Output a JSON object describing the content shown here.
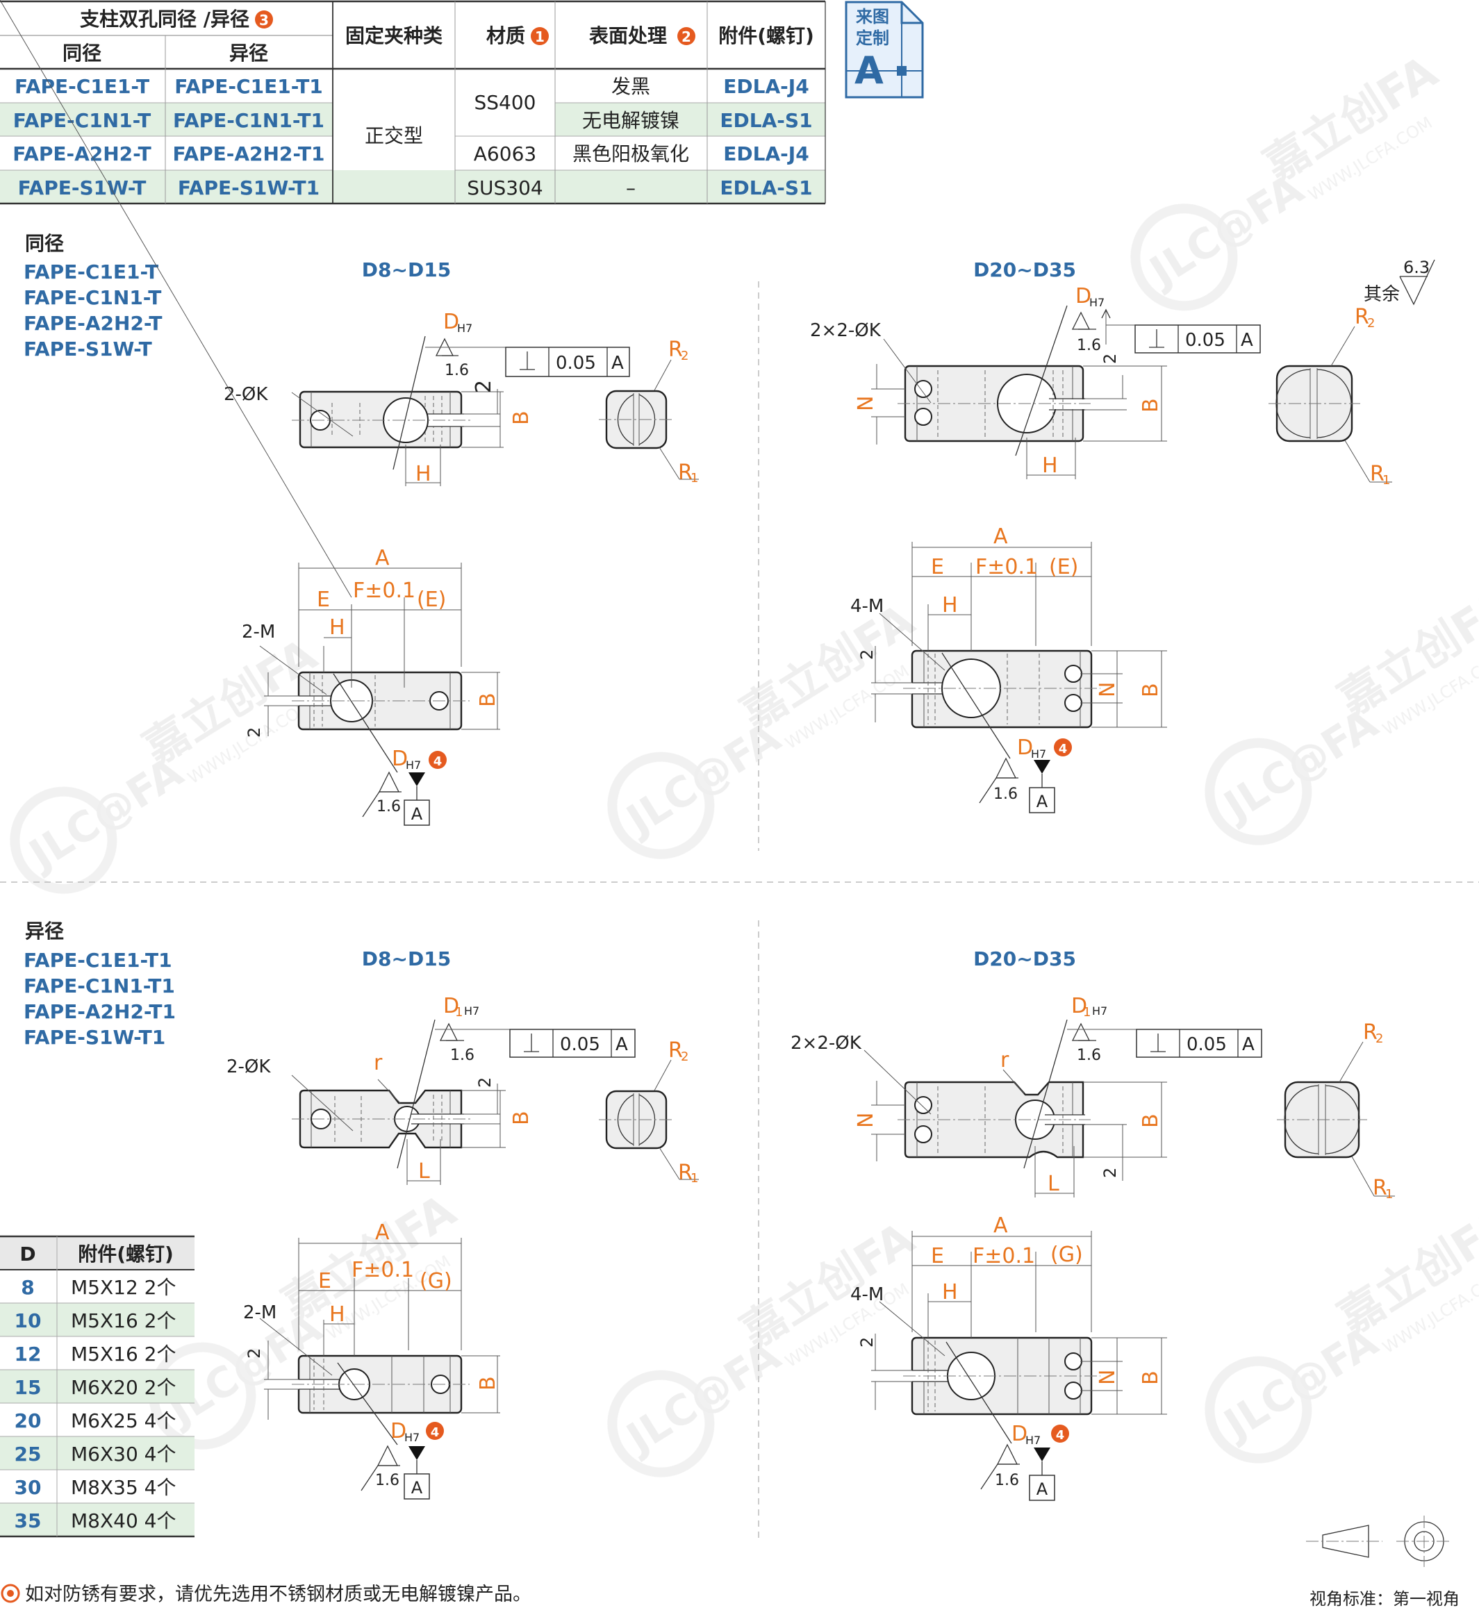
{
  "spec_table": {
    "header_group": "支柱双孔同径 /异径",
    "header_group_badge": "3",
    "header_same": "同径",
    "header_diff": "异径",
    "header_clamp": "固定夹种类",
    "header_material": "材质",
    "header_material_badge": "1",
    "header_surface": "表面处理",
    "header_surface_badge": "2",
    "header_accessory": "附件(螺钉)",
    "clamp_type": "正交型",
    "rows": [
      {
        "same": "FAPE-C1E1-T",
        "diff": "FAPE-C1E1-T1",
        "surface": "发黑",
        "accessory": "EDLA-J4"
      },
      {
        "same": "FAPE-C1N1-T",
        "diff": "FAPE-C1N1-T1",
        "surface": "无电解镀镍",
        "accessory": "EDLA-S1"
      },
      {
        "same": "FAPE-A2H2-T",
        "diff": "FAPE-A2H2-T1",
        "material": "A6063",
        "surface": "黑色阳极氧化",
        "accessory": "EDLA-J4"
      },
      {
        "same": "FAPE-S1W-T",
        "diff": "FAPE-S1W-T1",
        "material": "SUS304",
        "surface": "–",
        "accessory": "EDLA-S1"
      }
    ],
    "material_merged": "SS400"
  },
  "custom_badge": {
    "line1": "来图",
    "line2": "定制",
    "letter": "A"
  },
  "section_same": {
    "title": "同径",
    "models": [
      "FAPE-C1E1-T",
      "FAPE-C1N1-T",
      "FAPE-A2H2-T",
      "FAPE-S1W-T"
    ],
    "range_small": "D8~D15",
    "range_large": "D20~D35"
  },
  "section_diff": {
    "title": "异径",
    "models": [
      "FAPE-C1E1-T1",
      "FAPE-C1N1-T1",
      "FAPE-A2H2-T1",
      "FAPE-S1W-T1"
    ],
    "range_small": "D8~D15",
    "range_large": "D20~D35"
  },
  "roughness_note": {
    "prefix": "其余",
    "value": "6.3"
  },
  "drawing_labels": {
    "tolerance": "0.05",
    "datum": "A",
    "roughness": "1.6",
    "d_h7": "D",
    "d_h7_sub": "H7",
    "d1_h7": "D",
    "d1_sub": "1",
    "d1_h7_sub": "H7",
    "dim_two": "2",
    "k_small": "2-ØK",
    "k_large": "2×2-ØK",
    "m_small": "2-M",
    "m_large": "4-M",
    "r1": "R",
    "r1_sub": "1",
    "r2": "R",
    "r2_sub": "2",
    "r": "r",
    "a": "A",
    "b": "B",
    "e": "E",
    "f_tol": "F±0.1",
    "e_paren": "(E)",
    "g_paren": "(G)",
    "h": "H",
    "n": "N",
    "l": "L",
    "badge4": "4"
  },
  "screw_table": {
    "header_d": "D",
    "header_acc": "附件(螺钉)",
    "rows": [
      {
        "d": "8",
        "acc": "M5X12 2个"
      },
      {
        "d": "10",
        "acc": "M5X16 2个"
      },
      {
        "d": "12",
        "acc": "M5X16 2个"
      },
      {
        "d": "15",
        "acc": "M6X20 2个"
      },
      {
        "d": "20",
        "acc": "M6X25 4个"
      },
      {
        "d": "25",
        "acc": "M6X30 4个"
      },
      {
        "d": "30",
        "acc": "M8X35 4个"
      },
      {
        "d": "35",
        "acc": "M8X40 4个"
      }
    ]
  },
  "footnote": "如对防锈有要求，请优先选用不锈钢材质或无电解镀镍产品。",
  "view_standard": "视角标准：第一视角",
  "watermark": {
    "brand": "JLC@FA",
    "cn": "嘉立创FA",
    "url": "WWW.JLCFA.COM"
  },
  "colors": {
    "accent_orange": "#e8761f",
    "model_blue": "#2f6aa4",
    "row_green": "#e2f0e2",
    "badge_orange": "#e55a1f"
  }
}
